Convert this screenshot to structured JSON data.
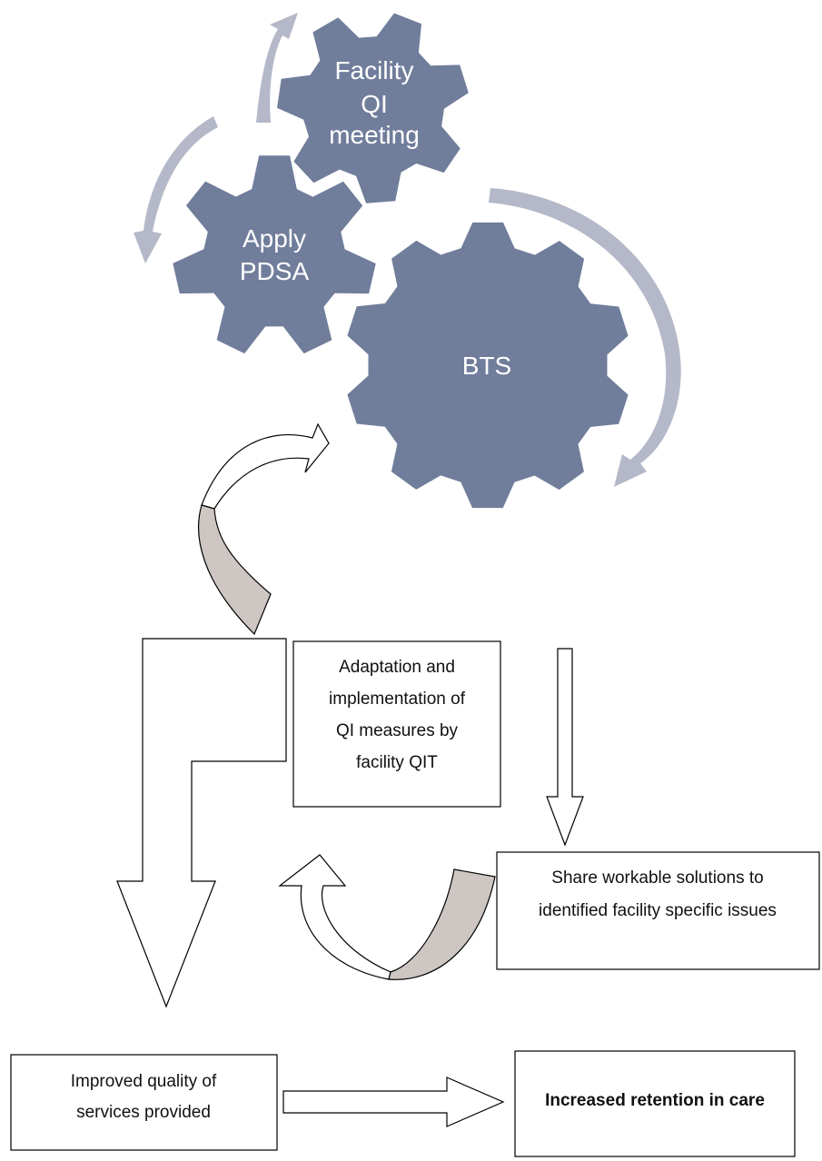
{
  "colors": {
    "gear": "#707d9b",
    "cycle_arrow": "#b4b8c8",
    "curved_arrow_fold": "#cdc6c3",
    "outline": "#000000"
  },
  "gears": {
    "facility_qi": {
      "lines": [
        "Facility",
        "QI",
        "meeting"
      ]
    },
    "apply_pdsa": {
      "lines": [
        "Apply",
        "PDSA"
      ]
    },
    "bts": {
      "lines": [
        "BTS"
      ]
    }
  },
  "boxes": {
    "adaptation": {
      "lines": [
        "Adaptation and",
        "implementation of",
        "QI measures by",
        "facility QIT"
      ]
    },
    "share": {
      "lines": [
        "Share workable solutions to",
        "identified facility specific issues"
      ]
    },
    "improved": {
      "lines": [
        "Improved quality of",
        "services provided"
      ]
    },
    "retention": {
      "lines": [
        "Increased retention in care"
      ]
    }
  }
}
